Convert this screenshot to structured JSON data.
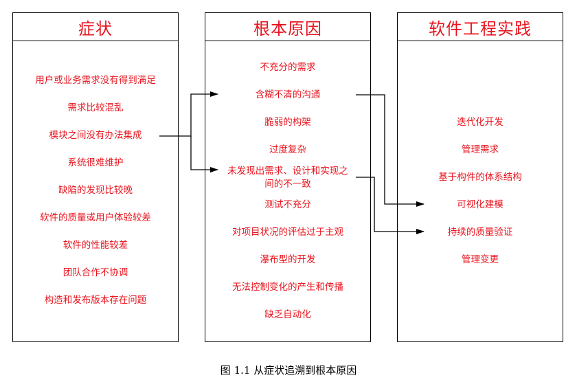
{
  "columns": {
    "symptoms": {
      "title": "症状",
      "items": [
        "用户或业务需求没有得到满足",
        "需求比较混乱",
        "模块之间没有办法集成",
        "系统很难维护",
        "缺陷的发现比较晚",
        "软件的质量或用户体验较差",
        "软件的性能较差",
        "团队合作不协调",
        "构造和发布版本存在问题"
      ]
    },
    "root_causes": {
      "title": "根本原因",
      "items": [
        "不充分的需求",
        "含糊不清的沟通",
        "脆弱的构架",
        "过度复杂",
        "未发现出需求、设计和实现之",
        "间的不一致",
        "测试不充分",
        "对项目状况的评估过于主观",
        "瀑布型的开发",
        "无法控制变化的产生和传播",
        "缺乏自动化"
      ]
    },
    "practices": {
      "title": "软件工程实践",
      "items": [
        "迭代化开发",
        "管理需求",
        "基于构件的体系结构",
        "可视化建模",
        "持续的质量验证",
        "管理变更"
      ]
    }
  },
  "caption": "图 1.1  从症状追溯到根本原因",
  "colors": {
    "text_accent": "#e8141e",
    "border": "#000000"
  }
}
